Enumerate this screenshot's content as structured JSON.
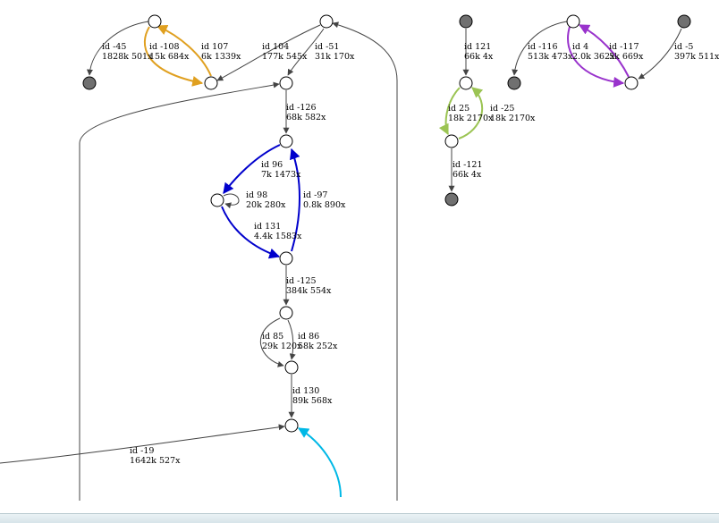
{
  "graph": {
    "node_fill": "#ffffff",
    "source_fill": "#707070",
    "edge_colors": {
      "default": "#444444",
      "orange": "#e0a020",
      "blue": "#0000cc",
      "cyan": "#00b8e6",
      "lime": "#9bc453",
      "purple": "#9933cc"
    },
    "edges": {
      "e_m45": {
        "id": "id -45",
        "stats": "1828k 501x"
      },
      "e_m108": {
        "id": "id -108",
        "stats": "15k 684x"
      },
      "e_107": {
        "id": "id 107",
        "stats": "6k 1339x"
      },
      "e_104": {
        "id": "id 104",
        "stats": "177k 545x"
      },
      "e_m51": {
        "id": "id -51",
        "stats": "31k 170x"
      },
      "e_m126": {
        "id": "id -126",
        "stats": "68k 582x"
      },
      "e_96": {
        "id": "id 96",
        "stats": "7k 1473x"
      },
      "e_98": {
        "id": "id 98",
        "stats": "20k 280x"
      },
      "e_m97": {
        "id": "id -97",
        "stats": "0.8k 890x"
      },
      "e_131": {
        "id": "id 131",
        "stats": "4.4k 1583x"
      },
      "e_m125": {
        "id": "id -125",
        "stats": "384k 554x"
      },
      "e_85": {
        "id": "id 85",
        "stats": "29k 120x"
      },
      "e_86": {
        "id": "id 86",
        "stats": "58k 252x"
      },
      "e_130": {
        "id": "id 130",
        "stats": "89k 568x"
      },
      "e_m19": {
        "id": "id -19",
        "stats": "1642k 527x"
      },
      "e_121": {
        "id": "id 121",
        "stats": "66k 4x"
      },
      "e_25": {
        "id": "id 25",
        "stats": "18k 2170x"
      },
      "e_m25": {
        "id": "id -25",
        "stats": "18k 2170x"
      },
      "e_m121": {
        "id": "id -121",
        "stats": "66k 4x"
      },
      "e_m116": {
        "id": "id -116",
        "stats": "513k 473x"
      },
      "e_4": {
        "id": "id 4",
        "stats": "2.0k 362x"
      },
      "e_m117": {
        "id": "id -117",
        "stats": "5k 669x"
      },
      "e_m5": {
        "id": "id -5",
        "stats": "397k 511x"
      }
    }
  }
}
